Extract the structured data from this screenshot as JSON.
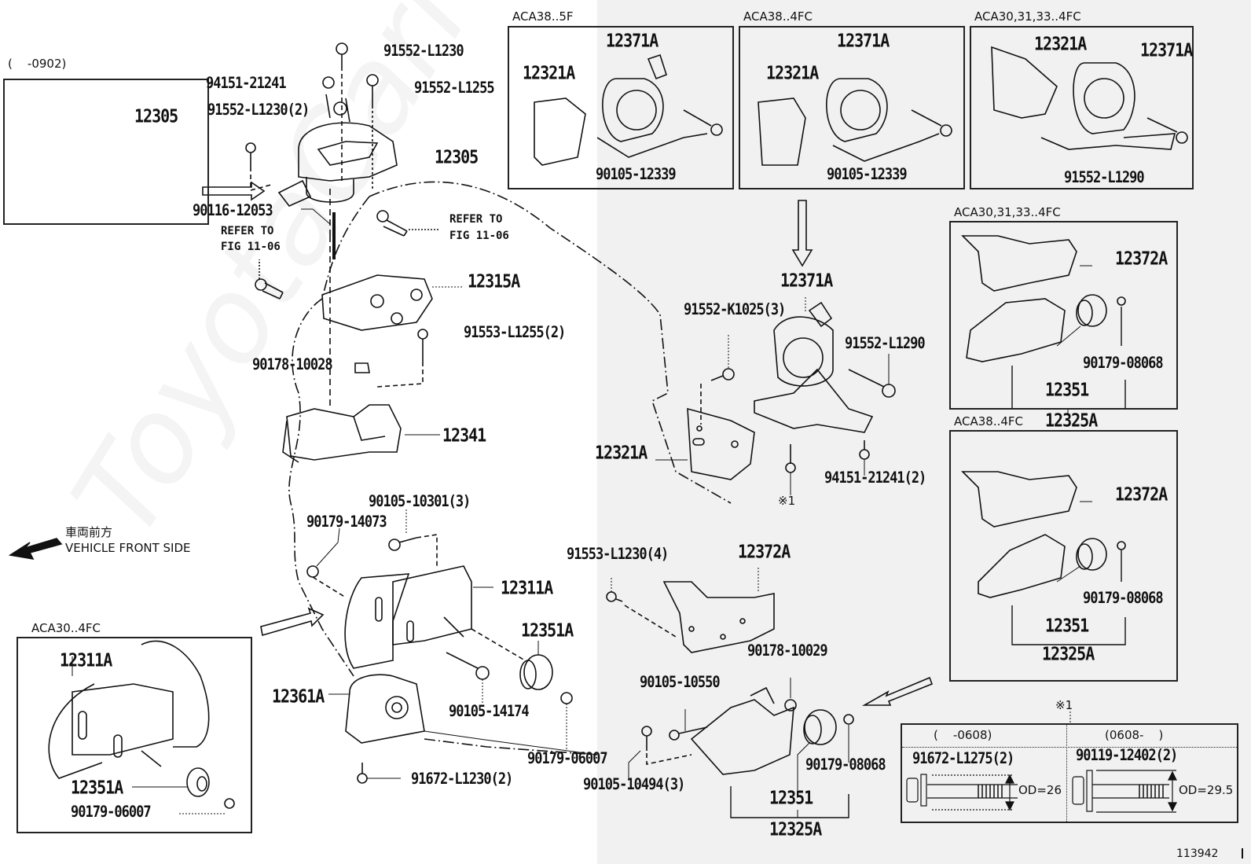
{
  "diagram": {
    "figure_number": "113942",
    "watermark": "ToyotaCarMart",
    "direction_note": {
      "japanese": "車両前方",
      "english": "VEHICLE FRONT SIDE"
    },
    "inset_boxes": {
      "left_top": {
        "header": "(    -0902)",
        "parts": [
          "12305"
        ]
      },
      "top_1": {
        "header": "ACA38..5F",
        "parts": [
          "12371A",
          "12321A",
          "90105-12339"
        ]
      },
      "top_2": {
        "header": "ACA38..4FC",
        "parts": [
          "12371A",
          "12321A",
          "90105-12339"
        ]
      },
      "top_3": {
        "header": "ACA30,31,33..4FC",
        "parts": [
          "12321A",
          "12371A",
          "91552-L1290"
        ]
      },
      "right_1": {
        "header": "ACA30,31,33..4FC",
        "parts": [
          "12372A",
          "90179-08068",
          "12351",
          "12325A"
        ]
      },
      "right_2": {
        "header": "ACA38..4FC",
        "parts": [
          "12372A",
          "90179-08068",
          "12351",
          "12325A"
        ]
      },
      "bottom_left": {
        "header": "ACA30..4FC",
        "parts": [
          "12311A",
          "12351A",
          "90179-06007"
        ]
      }
    },
    "main_labels": {
      "p91552_L1230": "91552-L1230",
      "p94151_21241": "94151-21241",
      "p91552_L1255": "91552-L1255",
      "p91552_L1230_2": "91552-L1230(2)",
      "p12305": "12305",
      "p90116_12053": "90116-12053",
      "refer_left_1": "REFER TO",
      "refer_left_2": "FIG 11-06",
      "refer_right_1": "REFER TO",
      "refer_right_2": "FIG 11-06",
      "p12315A": "12315A",
      "p91553_L1255_2": "91553-L1255(2)",
      "p90178_10028": "90178-10028",
      "p12341": "12341",
      "p90105_10301_3": "90105-10301(3)",
      "p90179_14073": "90179-14073",
      "p12311A": "12311A",
      "p12351A": "12351A",
      "p12361A": "12361A",
      "p90105_14174": "90105-14174",
      "p90179_06007": "90179-06007",
      "p91672_L1230_2": "91672-L1230(2)",
      "p12371A": "12371A",
      "p91552_K1025_3": "91552-K1025(3)",
      "p91552_L1290": "91552-L1290",
      "p12321A": "12321A",
      "p94151_21241_2": "94151-21241(2)",
      "note_x1": "※1",
      "p91553_L1230_4": "91553-L1230(4)",
      "p12372A": "12372A",
      "p90178_10029": "90178-10029",
      "p90105_10550": "90105-10550",
      "p90105_10494_3": "90105-10494(3)",
      "p90179_08068": "90179-08068",
      "p12351": "12351",
      "p12325A": "12325A"
    },
    "bolt_table": {
      "ref": "※1",
      "columns": [
        {
          "period": "(    -0608)",
          "part": "91672-L1275(2)",
          "od": "OD=26"
        },
        {
          "period": "(0608-    )",
          "part": "90119-12402(2)",
          "od": "OD=29.5"
        }
      ]
    }
  }
}
